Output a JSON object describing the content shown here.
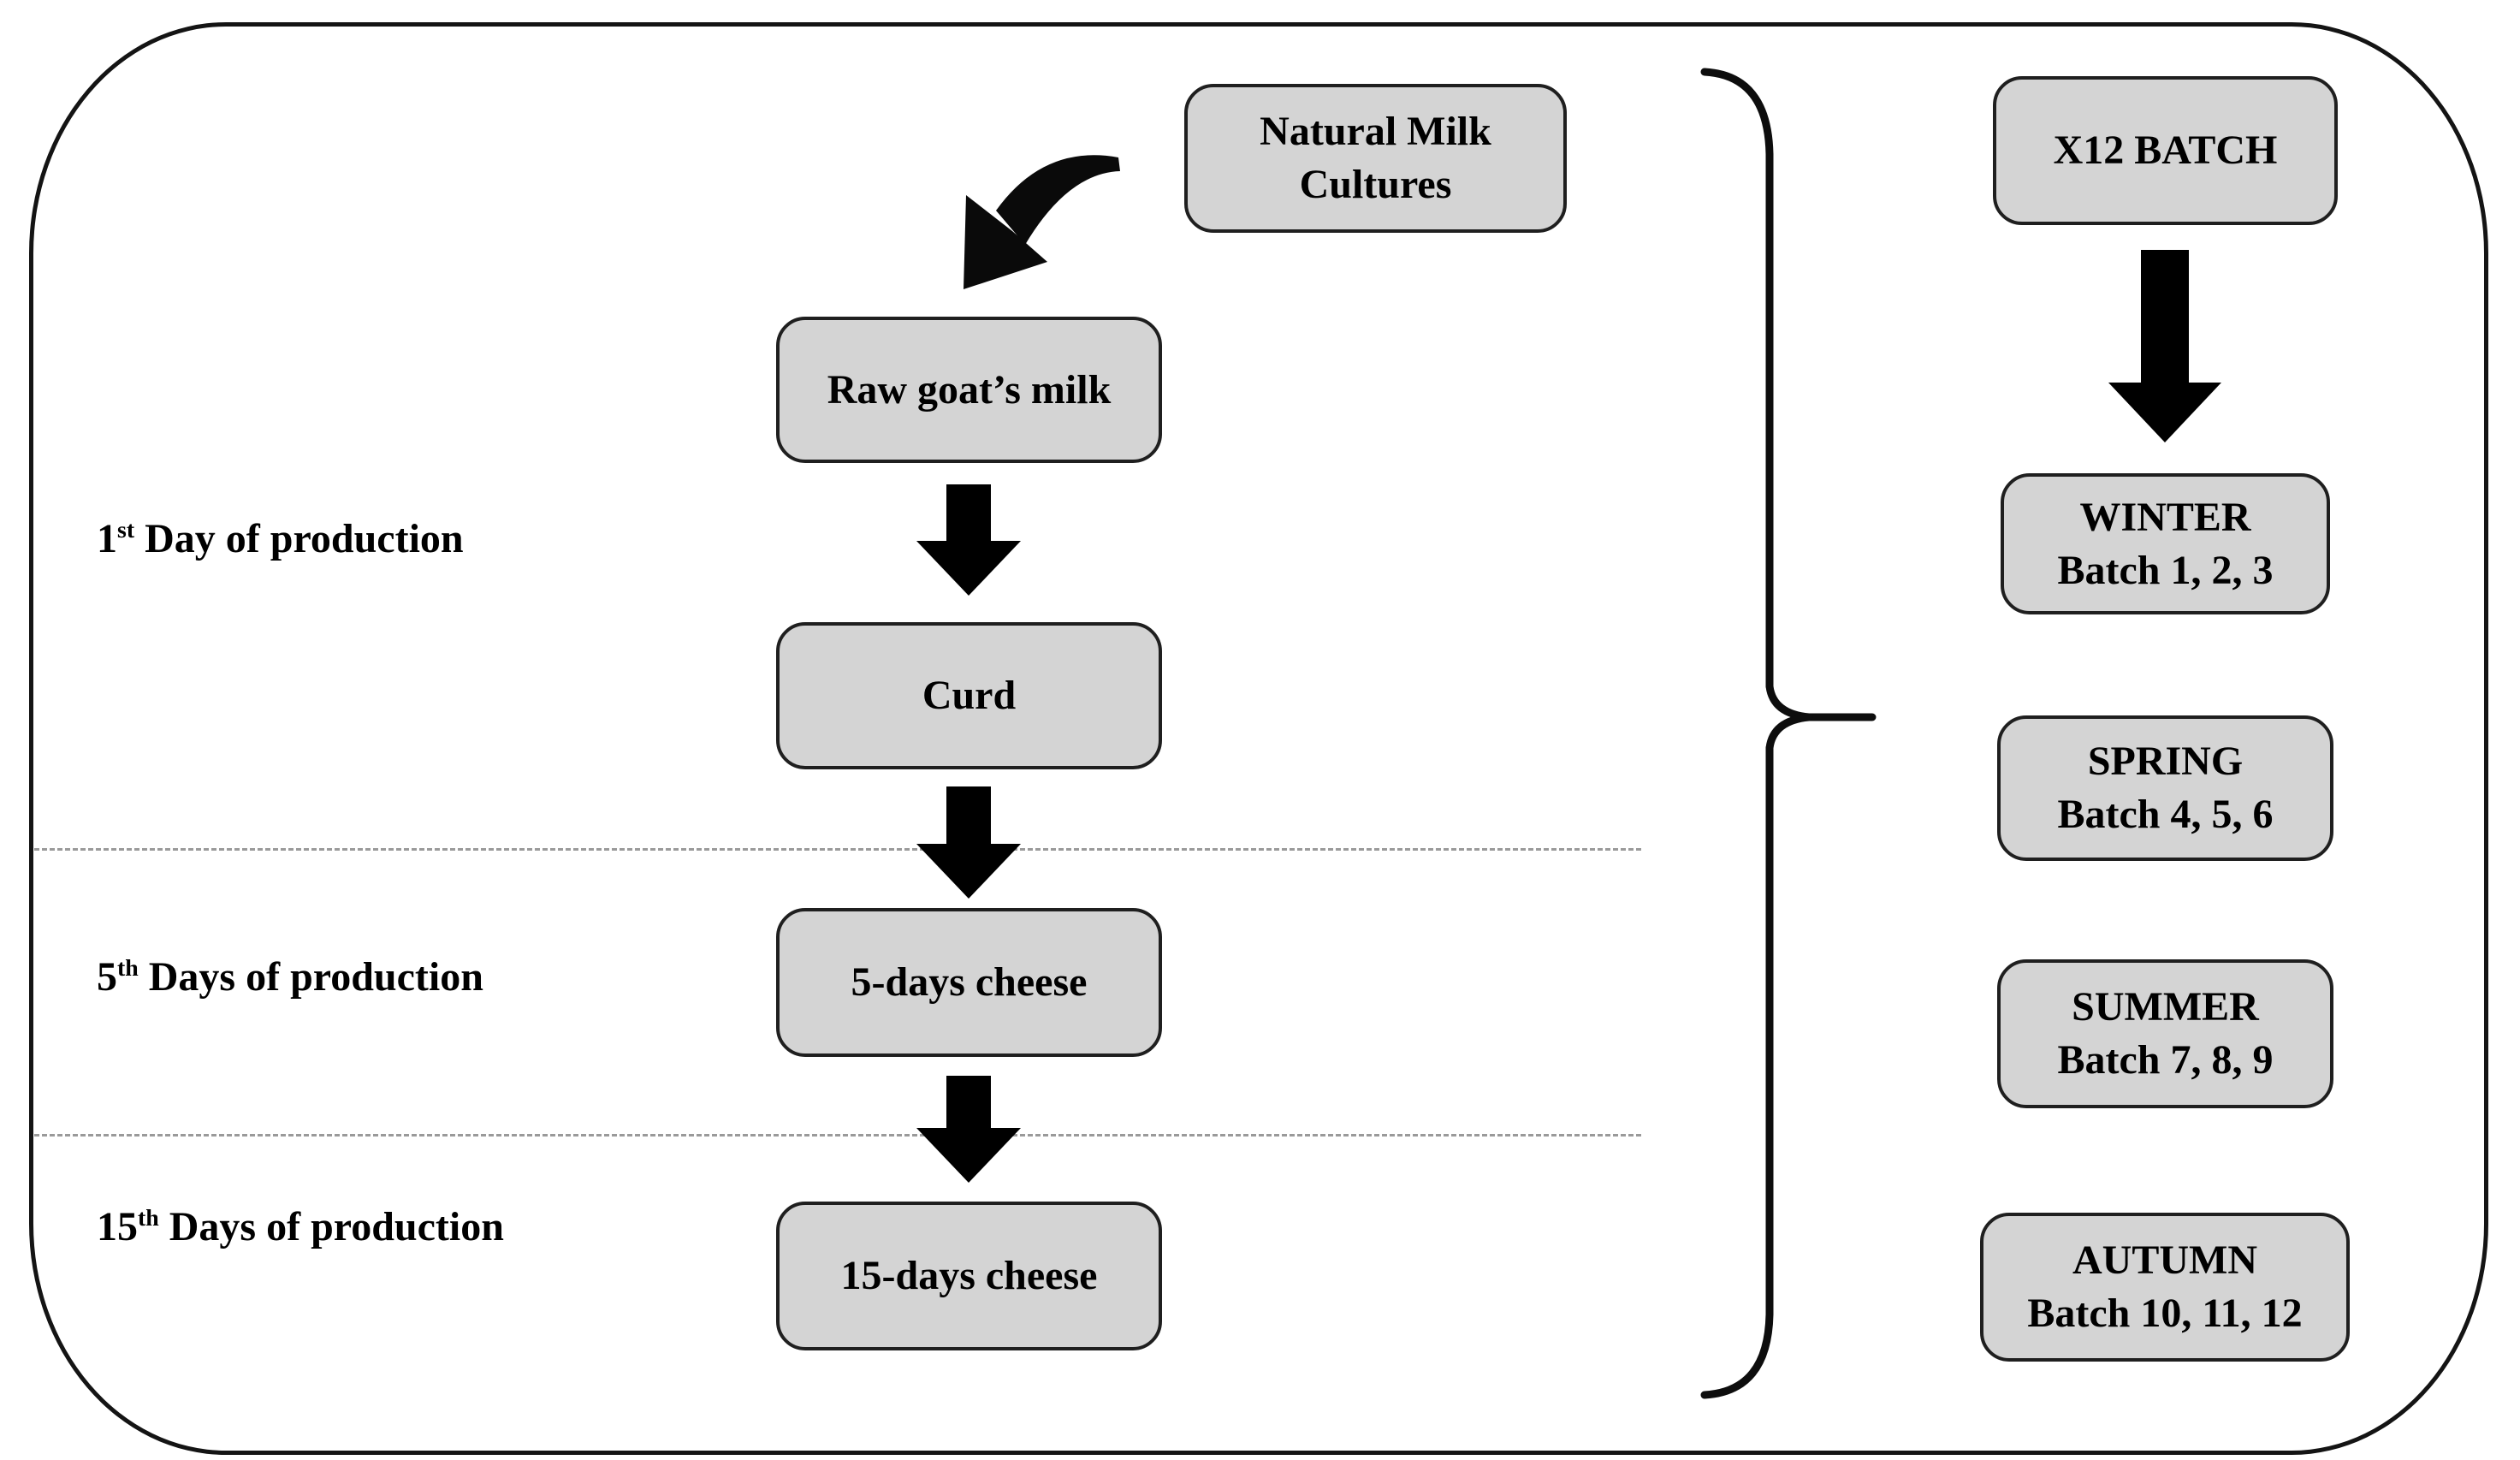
{
  "figure": {
    "stage_labels": [
      {
        "number": "1",
        "ordinal": "st",
        "text": " Day of production"
      },
      {
        "number": "5",
        "ordinal": "th",
        "text": " Days of production"
      },
      {
        "number": "15",
        "ordinal": "th",
        "text": " Days of production"
      }
    ],
    "process_flow": {
      "boxes": [
        {
          "line1": "Natural Milk",
          "line2": "Cultures"
        },
        {
          "line1": "Raw goat’s milk",
          "line2": ""
        },
        {
          "line1": "Curd",
          "line2": ""
        },
        {
          "line1": "5-days cheese",
          "line2": ""
        },
        {
          "line1": "15-days cheese",
          "line2": ""
        }
      ]
    },
    "batch_flow": {
      "boxes": [
        {
          "line1": "X12 BATCH",
          "line2": ""
        },
        {
          "line1": "WINTER",
          "line2": "Batch 1, 2, 3"
        },
        {
          "line1": "SPRING",
          "line2": "Batch 4, 5, 6"
        },
        {
          "line1": "SUMMER",
          "line2": "Batch 7, 8, 9"
        },
        {
          "line1": "AUTUMN",
          "line2": "Batch 10, 11, 12"
        }
      ]
    },
    "colors": {
      "background": "#ffffff",
      "box_fill": "#d4d4d4",
      "box_border": "#1f1f1f",
      "arrow": "#000000",
      "dashed_line": "#9a9a9a",
      "outer_border": "#141414"
    }
  }
}
